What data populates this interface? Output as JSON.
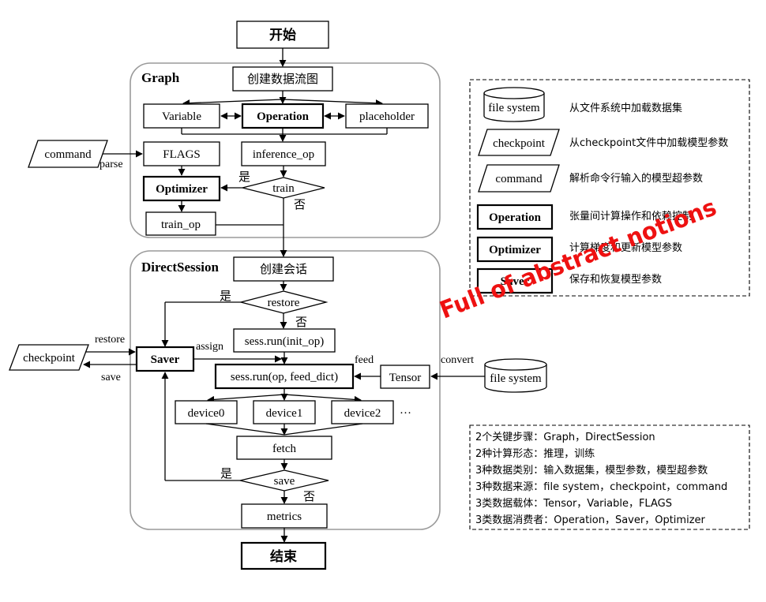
{
  "flow": {
    "start": "开始",
    "end": "结束",
    "graph": {
      "title": "Graph",
      "create_graph": "创建数据流图",
      "variable": "Variable",
      "operation": "Operation",
      "placeholder": "placeholder",
      "flags": "FLAGS",
      "inference_op": "inference_op",
      "optimizer": "Optimizer",
      "train": "train",
      "yes": "是",
      "no": "否",
      "train_op": "train_op",
      "command": "command",
      "parse": "parse"
    },
    "session": {
      "title": "DirectSession",
      "create_session": "创建会话",
      "restore_diamond": "restore",
      "yes": "是",
      "no": "否",
      "init_op": "sess.run(init_op)",
      "saver": "Saver",
      "assign": "assign",
      "run_op": "sess.run(op, feed_dict)",
      "feed": "feed",
      "tensor": "Tensor",
      "convert": "convert",
      "file_system": "file system",
      "checkpoint": "checkpoint",
      "restore_label": "restore",
      "save_label": "save",
      "device0": "device0",
      "device1": "device1",
      "device2": "device2",
      "ellipsis": "…",
      "fetch": "fetch",
      "save_diamond": "save",
      "yes2": "是",
      "no2": "否",
      "metrics": "metrics"
    }
  },
  "legend": {
    "file_system": {
      "shape": "file system",
      "desc": "从文件系统中加载数据集"
    },
    "checkpoint": {
      "shape": "checkpoint",
      "desc": "从checkpoint文件中加载模型参数"
    },
    "command": {
      "shape": "command",
      "desc": "解析命令行输入的模型超参数"
    },
    "operation": {
      "shape": "Operation",
      "desc": "张量间计算操作和依赖控制"
    },
    "optimizer": {
      "shape": "Optimizer",
      "desc": "计算梯度和更新模型参数"
    },
    "saver": {
      "shape": "Saver",
      "desc": "保存和恢复模型参数"
    }
  },
  "summary": [
    "2个关键步骤：Graph，DirectSession",
    "2种计算形态：推理，训练",
    "3种数据类别：输入数据集，模型参数，模型超参数",
    "3种数据来源：file system，checkpoint，command",
    "3类数据载体：Tensor，Variable，FLAGS",
    "3类数据消费者：Operation，Saver，Optimizer"
  ],
  "watermark": "Full of abstract notions",
  "colors": {
    "watermark": "#ee1111",
    "group_border": "#9a9a9a"
  }
}
